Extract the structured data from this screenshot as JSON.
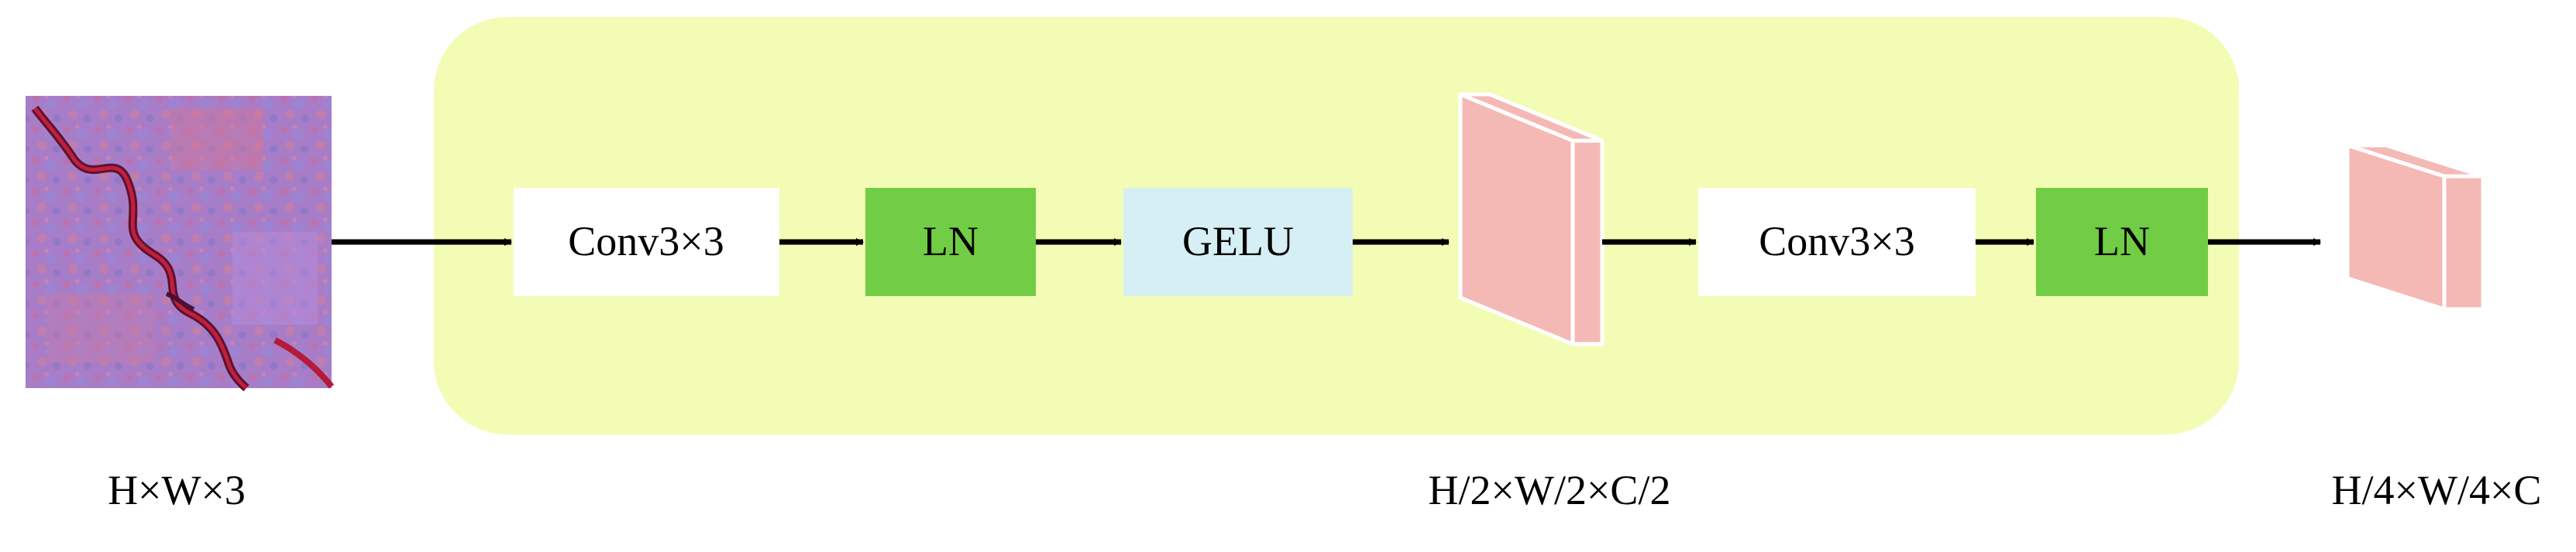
{
  "diagram": {
    "input_image": {
      "icon": "satellite-image-thumbnail",
      "size_label": "H×W×3"
    },
    "stem_block": {
      "color": "#f3fcb5",
      "steps": [
        {
          "label": "Conv3×3",
          "color": "#ffffff"
        },
        {
          "label": "LN",
          "color": "#71cd45"
        },
        {
          "label": "GELU",
          "color": "#d6eff4"
        },
        {
          "label": "Conv3×3",
          "color": "#ffffff"
        },
        {
          "label": "LN",
          "color": "#71cd45"
        }
      ]
    },
    "intermediate_feature": {
      "icon": "feature-map-slab",
      "size_label": "H/2×W/2×C/2",
      "color": "#f5b9b5"
    },
    "output_feature": {
      "icon": "feature-map-slab",
      "size_label": "H/4×W/4×C",
      "color": "#f5b9b5"
    },
    "arrow_color": "#000000"
  }
}
